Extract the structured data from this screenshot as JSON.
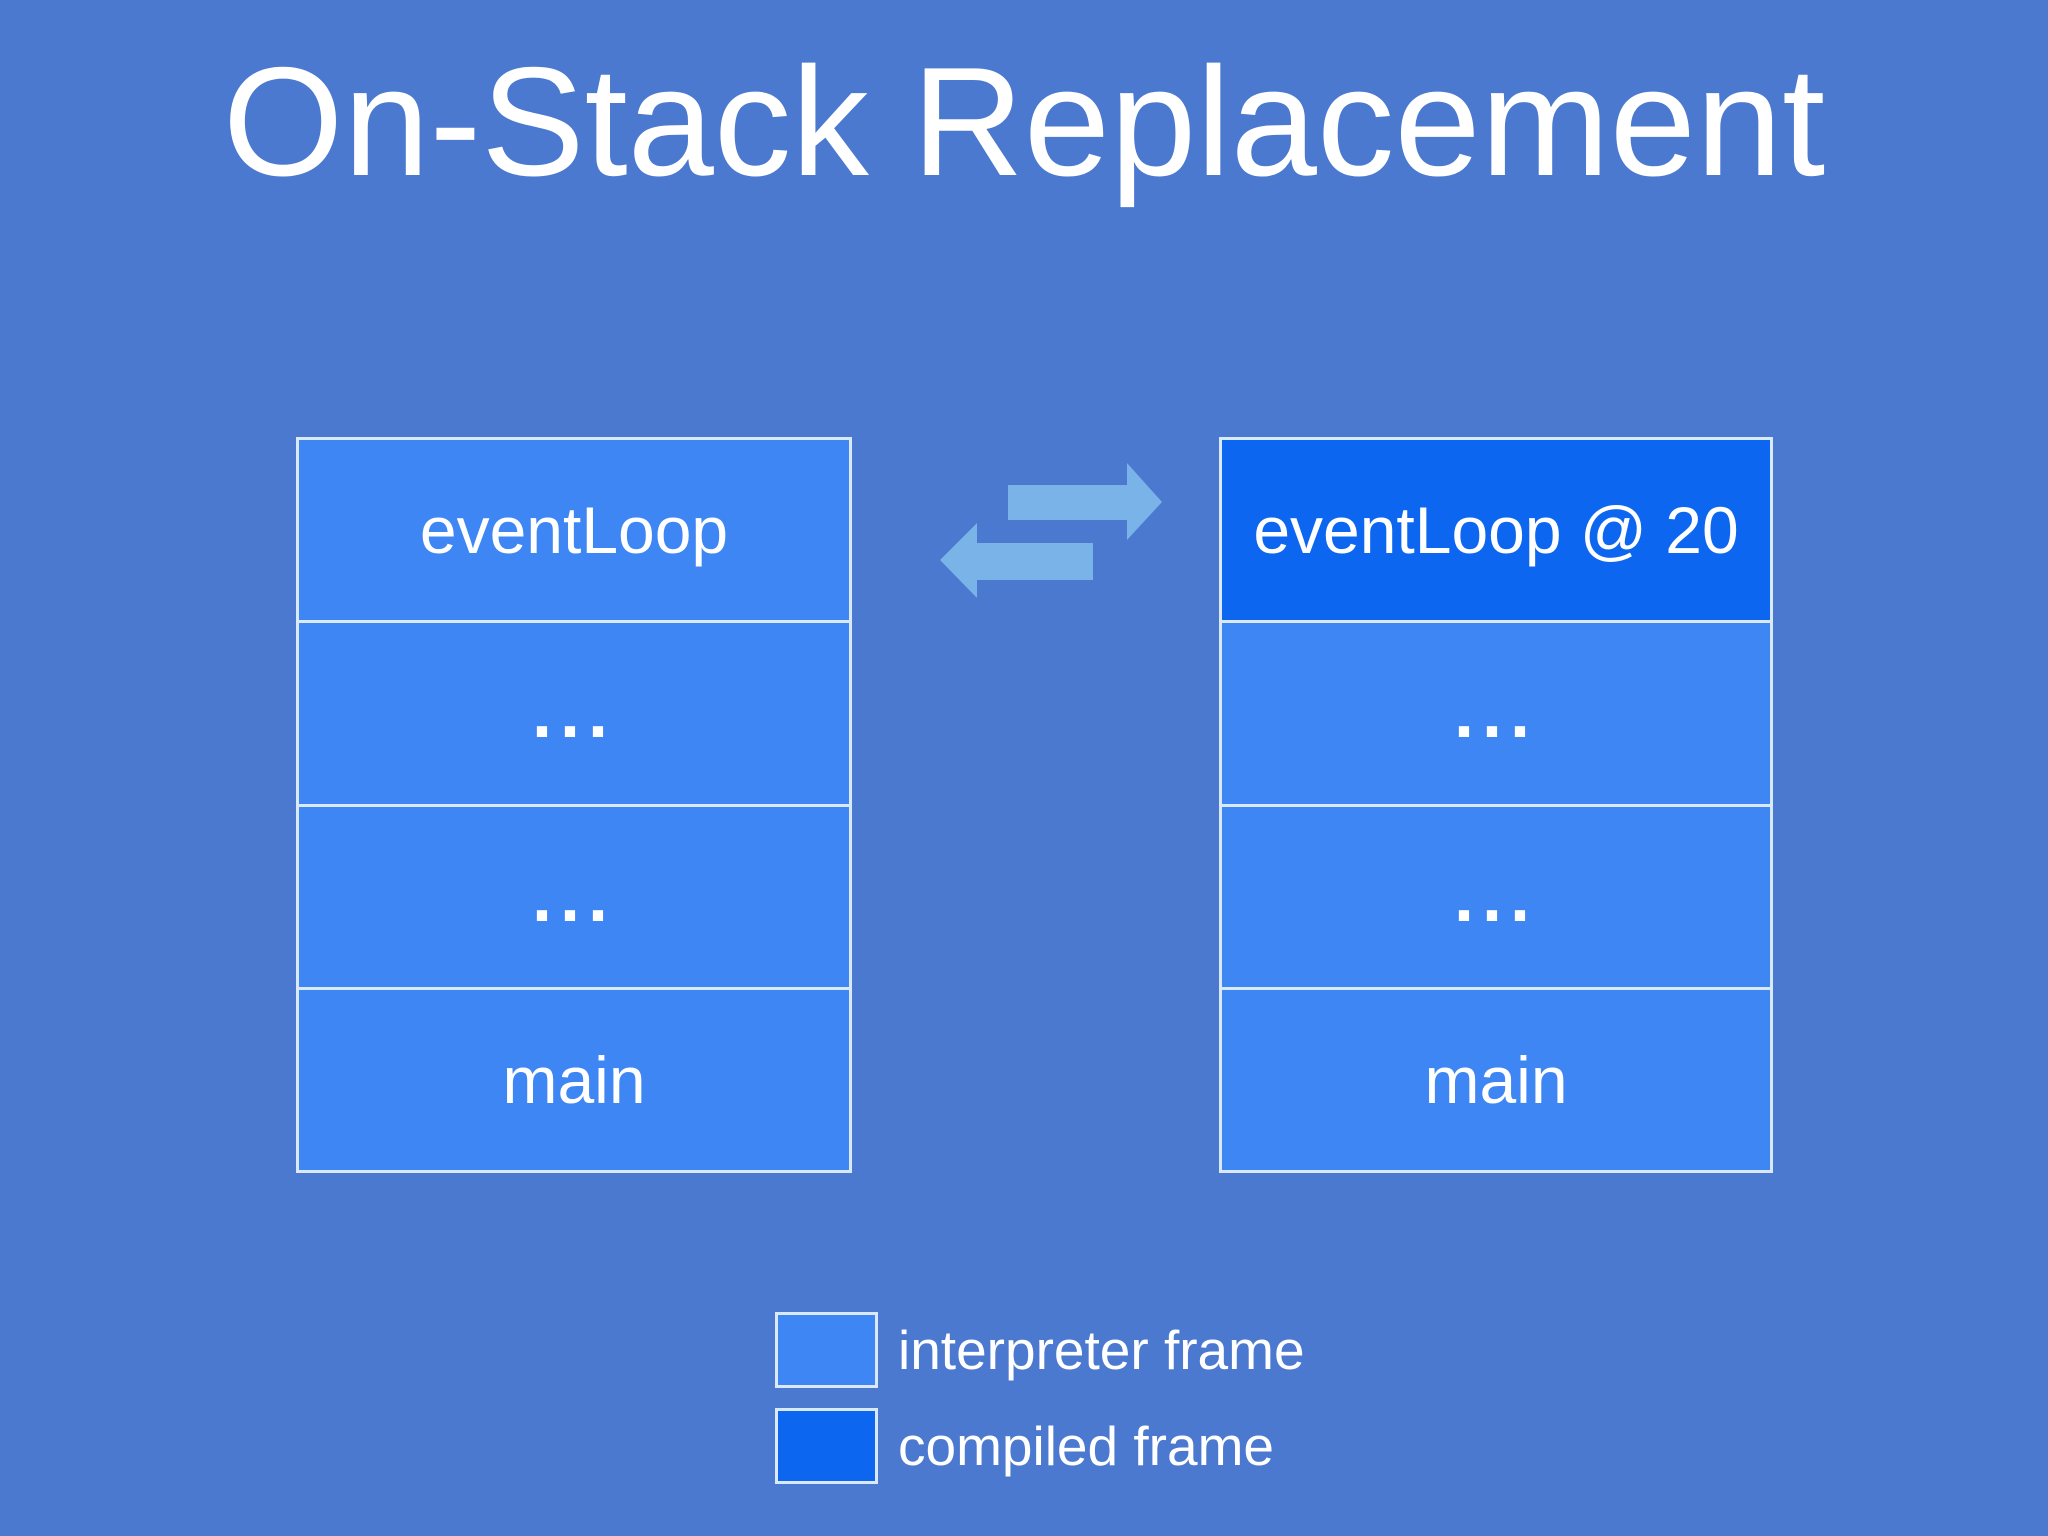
{
  "slide": {
    "title": "On-Stack Replacement"
  },
  "stacks": {
    "left": {
      "frames": [
        {
          "label": "eventLoop",
          "type": "interpreter"
        },
        {
          "label": "...",
          "type": "interpreter"
        },
        {
          "label": "...",
          "type": "interpreter"
        },
        {
          "label": "main",
          "type": "interpreter"
        }
      ]
    },
    "right": {
      "frames": [
        {
          "label": "eventLoop @ 20",
          "type": "compiled"
        },
        {
          "label": "...",
          "type": "interpreter"
        },
        {
          "label": "...",
          "type": "interpreter"
        },
        {
          "label": "main",
          "type": "interpreter"
        }
      ]
    }
  },
  "icons": {
    "between_stacks": "swap-arrows"
  },
  "legend": {
    "items": [
      {
        "label": "interpreter frame",
        "type": "interpreter",
        "swatch_color": "#3D86F4"
      },
      {
        "label": "compiled frame",
        "type": "compiled",
        "swatch_color": "#0D66EF"
      }
    ]
  },
  "colors": {
    "background": "#4B79D0",
    "interpreter_frame": "#3D86F4",
    "compiled_frame": "#0D66EF",
    "frame_border": "#D9E9F8",
    "arrow": "#7AB3E8",
    "text": "#FFFFFF"
  }
}
